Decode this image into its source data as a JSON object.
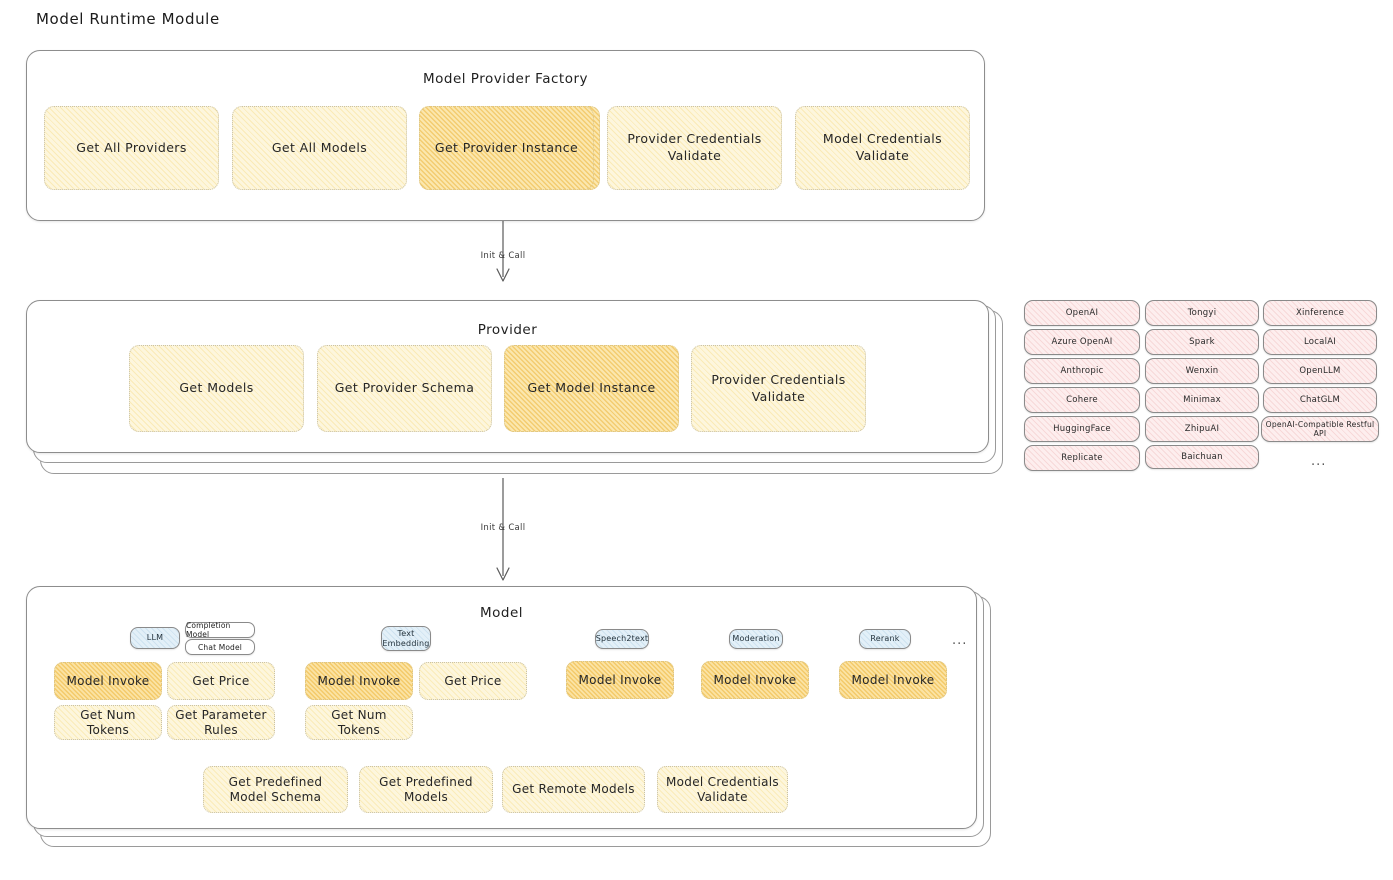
{
  "page": {
    "title": "Model Runtime Module"
  },
  "sections": [
    {
      "id": "model-provider-factory",
      "title": "Model Provider Factory",
      "methods": [
        {
          "label": "Get All Providers",
          "highlighted": false
        },
        {
          "label": "Get All Models",
          "highlighted": false
        },
        {
          "label": "Get Provider Instance",
          "highlighted": true
        },
        {
          "label": "Provider Credentials Validate",
          "highlighted": false
        },
        {
          "label": "Model Credentials Validate",
          "highlighted": false
        }
      ]
    },
    {
      "id": "provider",
      "title": "Provider",
      "methods": [
        {
          "label": "Get Models",
          "highlighted": false
        },
        {
          "label": "Get Provider Schema",
          "highlighted": false
        },
        {
          "label": "Get Model Instance",
          "highlighted": true
        },
        {
          "label": "Provider Credentials Validate",
          "highlighted": false
        }
      ]
    },
    {
      "id": "model",
      "title": "Model"
    }
  ],
  "connectors": [
    {
      "label": "Init & Call"
    },
    {
      "label": "Init & Call"
    }
  ],
  "provider_list": {
    "columns": [
      [
        "OpenAI",
        "Azure OpenAI",
        "Anthropic",
        "Cohere",
        "HuggingFace",
        "Replicate"
      ],
      [
        "Tongyi",
        "Spark",
        "Wenxin",
        "Minimax",
        "ZhipuAI",
        "Baichuan"
      ],
      [
        "Xinference",
        "LocalAI",
        "OpenLLM",
        "ChatGLM",
        "OpenAI-Compatible Restful API"
      ]
    ],
    "more": "..."
  },
  "model_groups": [
    {
      "tag": "LLM",
      "subtags": [
        "Completion Model",
        "Chat Model"
      ],
      "methods": [
        {
          "label": "Model Invoke",
          "highlighted": true
        },
        {
          "label": "Get Price",
          "highlighted": false
        },
        {
          "label": "Get Num Tokens",
          "highlighted": false
        },
        {
          "label": "Get Parameter Rules",
          "highlighted": false
        }
      ]
    },
    {
      "tag": "Text Embedding",
      "subtags": [],
      "methods": [
        {
          "label": "Model Invoke",
          "highlighted": true
        },
        {
          "label": "Get Price",
          "highlighted": false
        },
        {
          "label": "Get Num Tokens",
          "highlighted": false
        }
      ]
    },
    {
      "tag": "Speech2text",
      "subtags": [],
      "methods": [
        {
          "label": "Model Invoke",
          "highlighted": true
        }
      ]
    },
    {
      "tag": "Moderation",
      "subtags": [],
      "methods": [
        {
          "label": "Model Invoke",
          "highlighted": true
        }
      ]
    },
    {
      "tag": "Rerank",
      "subtags": [],
      "methods": [
        {
          "label": "Model Invoke",
          "highlighted": true
        }
      ]
    }
  ],
  "model_groups_more": "...",
  "model_common_methods": [
    {
      "label": "Get Predefined Model Schema",
      "highlighted": false
    },
    {
      "label": "Get Predefined Models",
      "highlighted": false
    },
    {
      "label": "Get Remote Models",
      "highlighted": false
    },
    {
      "label": "Model Credentials Validate",
      "highlighted": false
    }
  ],
  "colors": {
    "box_fill": "#fdf6dd",
    "box_fill_highlight": "#fbe7ae",
    "chip_fill": "#fdeeee",
    "tag_fill": "#e3f0f8",
    "card_border": "#8d8d8d",
    "text": "#1f1f1f"
  }
}
